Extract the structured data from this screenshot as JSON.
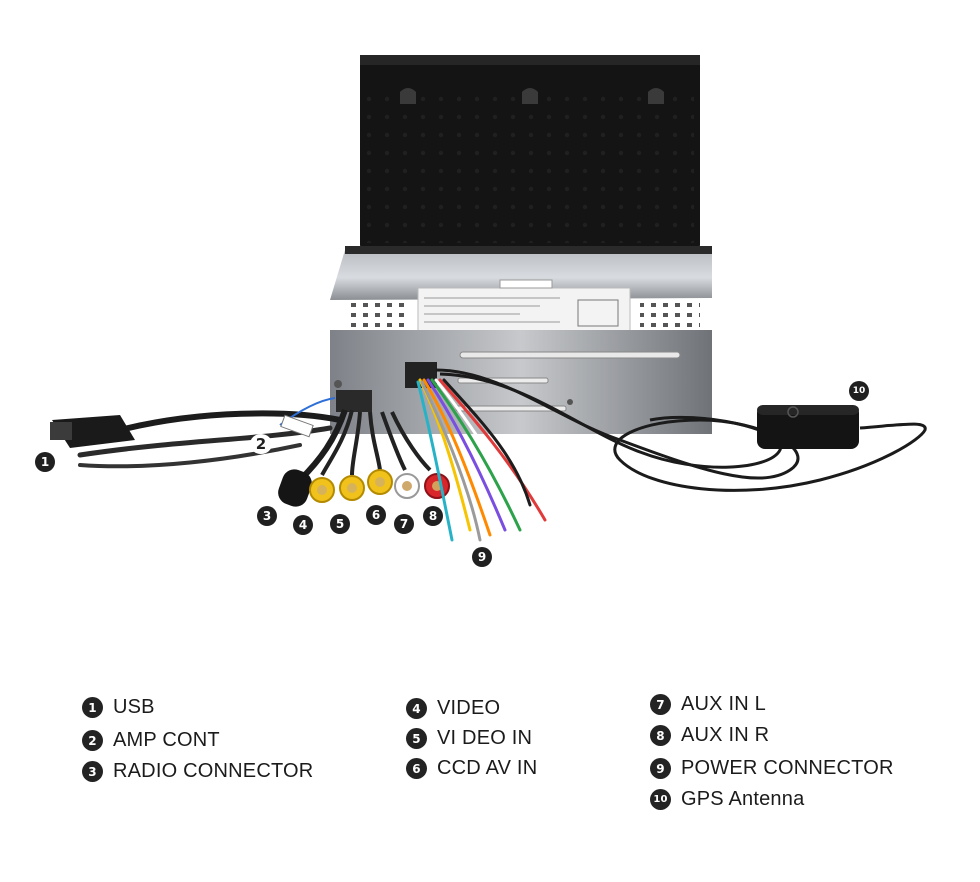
{
  "callouts": [
    "1",
    "2",
    "3",
    "4",
    "5",
    "6",
    "7",
    "8",
    "9",
    "10"
  ],
  "legend": [
    {
      "number": "1",
      "label": "USB"
    },
    {
      "number": "2",
      "label": "AMP CONT"
    },
    {
      "number": "3",
      "label": "RADIO CONNECTOR"
    },
    {
      "number": "4",
      "label": "VIDEO"
    },
    {
      "number": "5",
      "label": "VI DEO IN"
    },
    {
      "number": "6",
      "label": "CCD AV IN"
    },
    {
      "number": "7",
      "label": "AUX IN L"
    },
    {
      "number": "8",
      "label": "AUX IN R"
    },
    {
      "number": "9",
      "label": "POWER CONNECTOR"
    },
    {
      "number": "10",
      "label": "GPS Antenna"
    }
  ]
}
